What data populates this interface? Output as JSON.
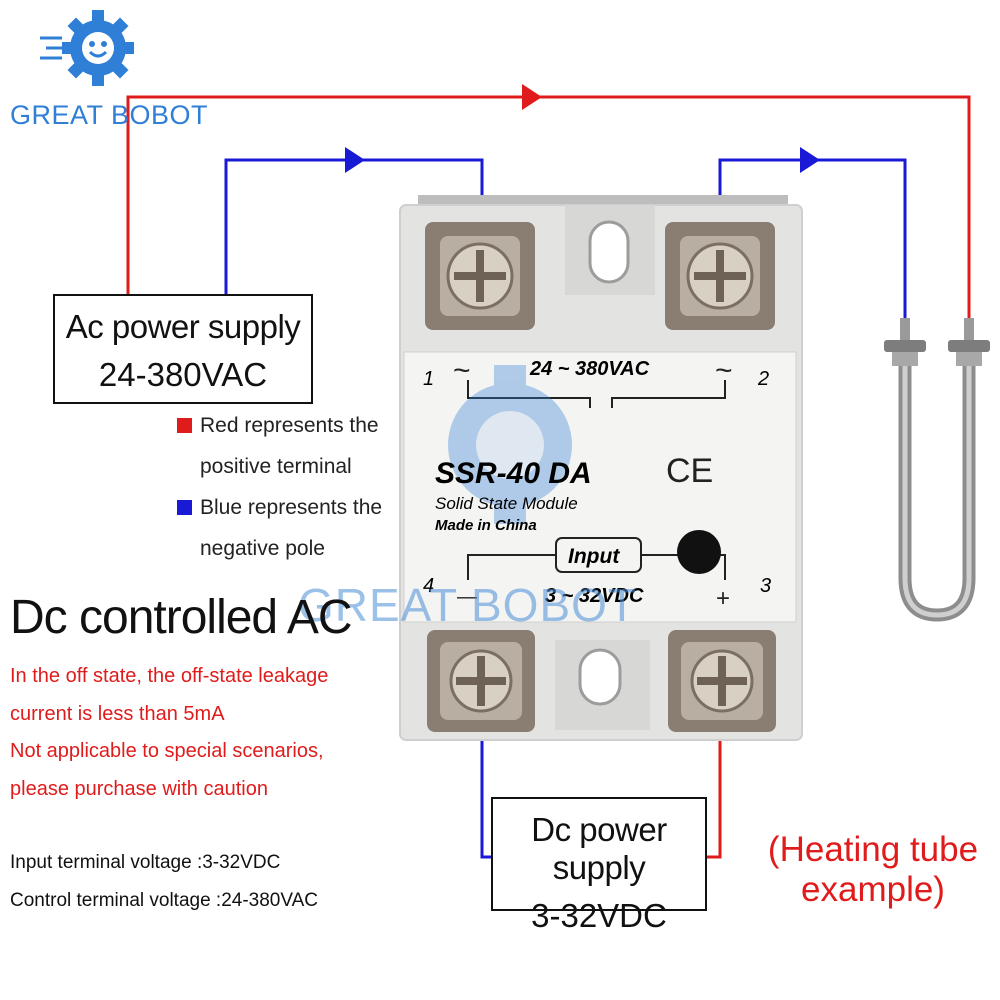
{
  "brand": {
    "name": "GREAT BOBOT",
    "watermark": "GREAT BOBOT"
  },
  "ac_supply": {
    "title": "Ac power supply",
    "voltage": "24-380VAC"
  },
  "dc_supply": {
    "title": "Dc power supply",
    "voltage": "3-32VDC"
  },
  "legend": {
    "red_line1": "Red represents the",
    "red_line2": "positive terminal",
    "blue_line1": "Blue represents the",
    "blue_line2": "negative pole",
    "red_color": "#e01b1b",
    "blue_color": "#1a1ad6"
  },
  "heading": "Dc controlled AC",
  "notes": [
    "In the off state, the off-state leakage",
    "current is less than 5mA",
    "Not applicable to special scenarios,",
    "please purchase with caution"
  ],
  "specs": [
    "Input terminal voltage :3-32VDC",
    "Control terminal voltage :24-380VAC"
  ],
  "example": {
    "line1": "(Heating tube",
    "line2": "example)"
  },
  "module": {
    "model": "SSR-40 DA",
    "type": "Solid State Module",
    "origin": "Made in China",
    "ac_range": "24 ~ 380VAC",
    "input_label": "Input",
    "dc_range": "3 ~ 32VDC",
    "cert": "CE",
    "terminal_1": "1",
    "terminal_2": "2",
    "terminal_3": "3",
    "terminal_4": "4",
    "ac_symbol": "~",
    "minus": "—",
    "plus": "+"
  }
}
